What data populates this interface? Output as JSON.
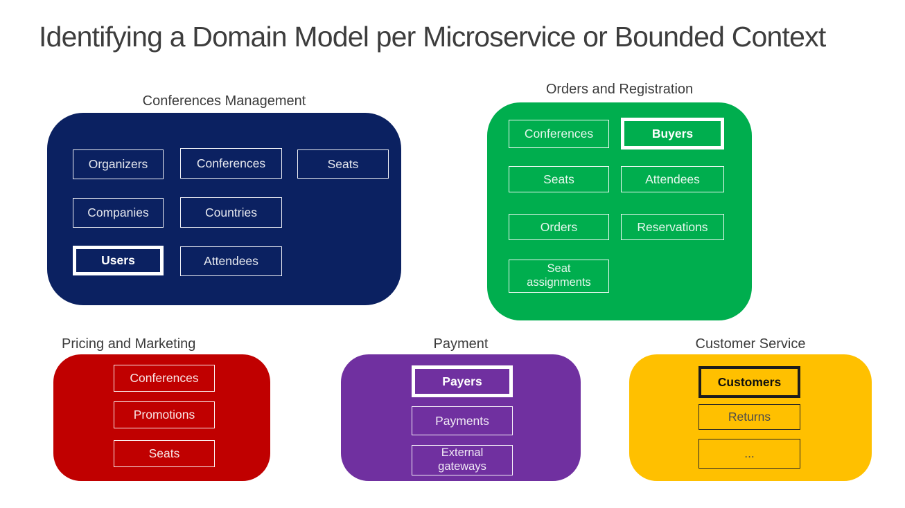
{
  "title": "Identifying a Domain Model per Microservice or Bounded Context",
  "groups": [
    {
      "label": "Conferences Management",
      "color": "#0B2161",
      "entities": [
        {
          "label": "Organizers",
          "highlighted": false
        },
        {
          "label": "Conferences",
          "highlighted": false
        },
        {
          "label": "Seats",
          "highlighted": false
        },
        {
          "label": "Companies",
          "highlighted": false
        },
        {
          "label": "Countries",
          "highlighted": false
        },
        {
          "label": "Users",
          "highlighted": true
        },
        {
          "label": "Attendees",
          "highlighted": false
        }
      ]
    },
    {
      "label": "Orders and Registration",
      "color": "#00AE4E",
      "entities": [
        {
          "label": "Conferences",
          "highlighted": false
        },
        {
          "label": "Buyers",
          "highlighted": true
        },
        {
          "label": "Seats",
          "highlighted": false
        },
        {
          "label": "Attendees",
          "highlighted": false
        },
        {
          "label": "Orders",
          "highlighted": false
        },
        {
          "label": "Reservations",
          "highlighted": false
        },
        {
          "label": "Seat\nassignments",
          "highlighted": false
        }
      ]
    },
    {
      "label": "Pricing and Marketing",
      "color": "#C00000",
      "entities": [
        {
          "label": "Conferences",
          "highlighted": false
        },
        {
          "label": "Promotions",
          "highlighted": false
        },
        {
          "label": "Seats",
          "highlighted": false
        }
      ]
    },
    {
      "label": "Payment",
      "color": "#7030A0",
      "entities": [
        {
          "label": "Payers",
          "highlighted": true
        },
        {
          "label": "Payments",
          "highlighted": false
        },
        {
          "label": "External\ngateways",
          "highlighted": false
        }
      ]
    },
    {
      "label": "Customer Service",
      "color": "#FFC000",
      "entities": [
        {
          "label": "Customers",
          "highlighted": true
        },
        {
          "label": "Returns",
          "highlighted": false
        },
        {
          "label": "...",
          "highlighted": false
        }
      ]
    }
  ]
}
